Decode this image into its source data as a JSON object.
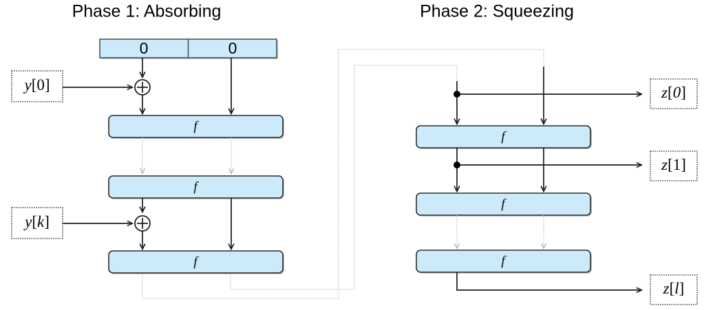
{
  "diagram": {
    "title_left": "Phase 1: Absorbing",
    "title_right": "Phase 2: Squeezing",
    "colors": {
      "box_fill": "#cdeafb",
      "box_stroke": "#2b2b2b",
      "solid_arrow": "#1a1a1a",
      "gray_arrow": "#a9a9a9",
      "dotted_arrow": "#c4c4c4"
    },
    "state_bar": {
      "left_cell": "0",
      "right_cell": "0"
    },
    "function_label": "f",
    "phase1": {
      "f_boxes": [
        {
          "label": "f"
        },
        {
          "label": "f"
        },
        {
          "label": "f"
        }
      ],
      "inputs": [
        {
          "label": "y[0]",
          "var": "y",
          "index": "[0]"
        },
        {
          "label": "y[k]",
          "var": "y",
          "index": "[k]"
        }
      ],
      "xor_symbol": "+"
    },
    "phase2": {
      "f_boxes": [
        {
          "label": "f"
        },
        {
          "label": "f"
        },
        {
          "label": "f"
        }
      ],
      "outputs": [
        {
          "label": "z[0]",
          "var": "z",
          "index": "[0]"
        },
        {
          "label": "z[1]",
          "var": "z",
          "index": "[1]"
        },
        {
          "label": "z[l]",
          "var": "z",
          "index": "[l]"
        }
      ]
    }
  }
}
